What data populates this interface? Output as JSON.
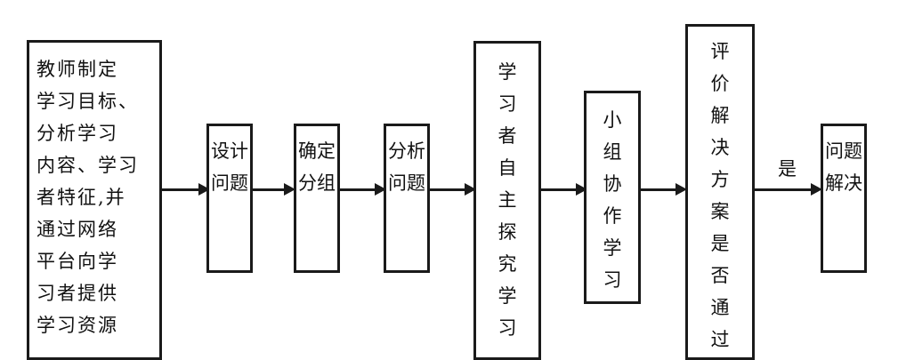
{
  "diagram": {
    "nodes": [
      {
        "id": "teacher",
        "lines": [
          "教师制定",
          "学习目标、",
          "分析学习",
          "内容、学习",
          "者特征,并",
          "通过网络",
          "平台向学",
          "习者提供",
          "学习资源"
        ]
      },
      {
        "id": "design",
        "text": "设计问题"
      },
      {
        "id": "group",
        "text": "确定分组"
      },
      {
        "id": "analyze",
        "text": "分析问题"
      },
      {
        "id": "self-study",
        "text": "学习者自主探究学习"
      },
      {
        "id": "collab",
        "text": "小组协作学习"
      },
      {
        "id": "evaluate",
        "text": "评价解决方案是否通过"
      },
      {
        "id": "solved",
        "text": "问题解决"
      }
    ],
    "edge_label_yes": "是"
  }
}
